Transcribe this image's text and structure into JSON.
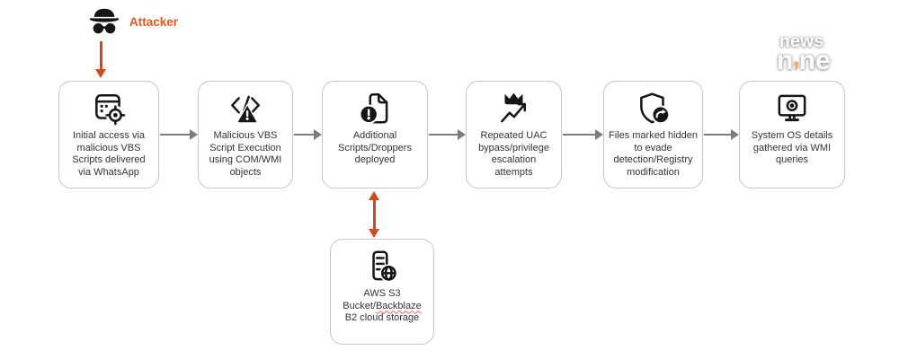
{
  "palette": {
    "orange_arrow": "#cc4a1d",
    "attacker_label_color": "#e2571f",
    "gray_arrow": "#7d7d7d",
    "box_border": "#c6c6c6",
    "box_text": "#333333",
    "icon_black": "#161616",
    "logo_orange": "#efa860",
    "spellcheck_red": "#e06a6a"
  },
  "attacker": {
    "label": "Attacker",
    "icon": "spy-incognito-icon"
  },
  "flow": {
    "nodes": [
      {
        "label": "Initial access via malicious VBS Scripts delivered via WhatsApp",
        "icon": "app-window-target-icon"
      },
      {
        "label": "Malicious VBS Script Execution using COM/WMI objects",
        "icon": "code-warning-icon"
      },
      {
        "label": "Additional Scripts/Droppers deployed",
        "icon": "document-alert-icon"
      },
      {
        "label": "Repeated UAC bypass/privilege escalation attempts",
        "icon": "crown-trend-arrow-icon"
      },
      {
        "label": "Files marked hidden to evade detection/Registry modification",
        "icon": "shield-redo-icon"
      },
      {
        "label": "System OS details gathered via WMI queries",
        "icon": "monitor-eye-icon"
      }
    ]
  },
  "storage": {
    "icon": "server-globe-icon",
    "line1": "AWS S3",
    "line2_prefix": "Bucket/",
    "line2_misspelled": "Backblaze",
    "line3": "B2 cloud storage"
  },
  "logo": {
    "line1": "news",
    "line2_prefix": "n",
    "line2_mark": ",",
    "line2_suffix": "ne"
  }
}
